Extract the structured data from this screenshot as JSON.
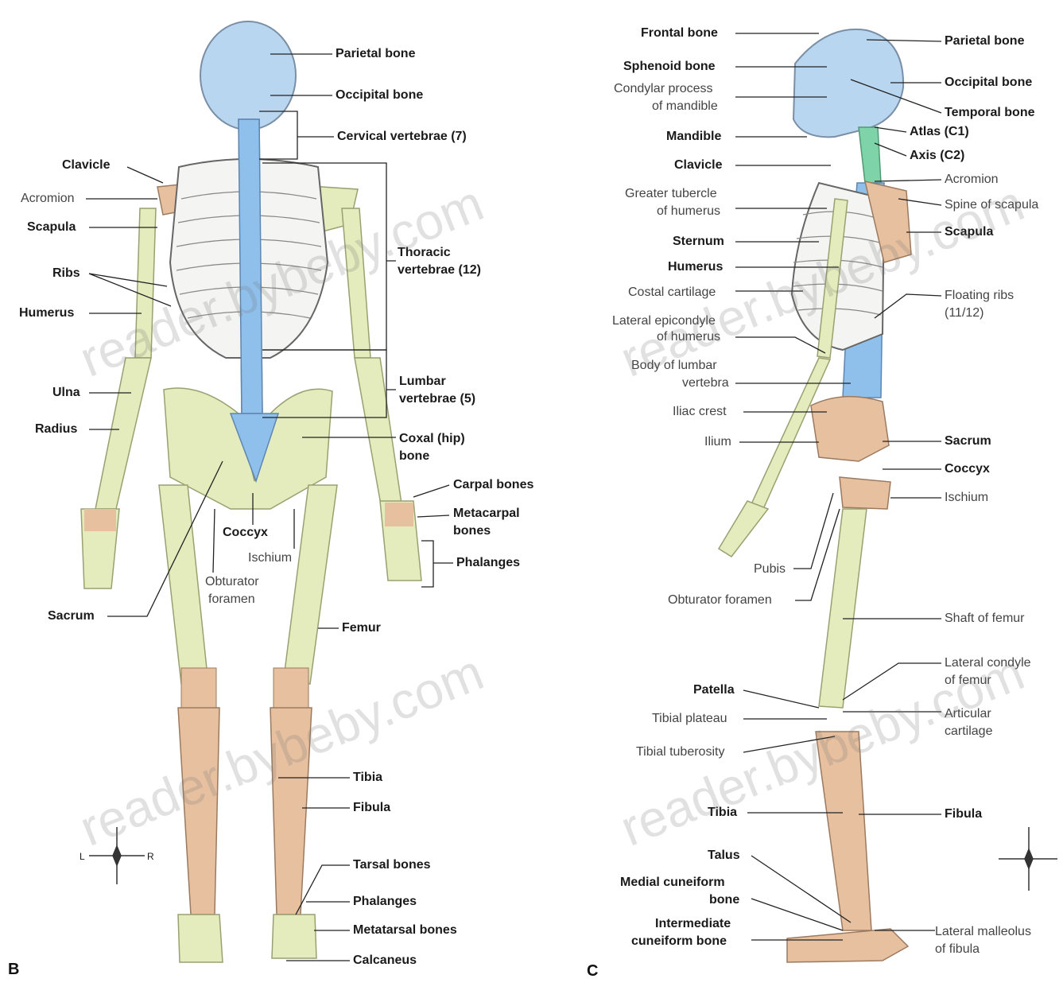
{
  "colors": {
    "skull": "#b9d6f0",
    "spine": "#8fc0ec",
    "bone_limb": "#e4ebbd",
    "bone_tan": "#e7c0a0",
    "bone_white": "#f4f4f2",
    "line": "#222222",
    "watermark": "#9a9a9a"
  },
  "panels": {
    "posterior": {
      "letter": "B"
    },
    "lateral": {
      "letter": "C"
    }
  },
  "labels": {
    "b_parietal": "Parietal bone",
    "b_occipital": "Occipital bone",
    "b_cervical": "Cervical vertebrae (7)",
    "b_clavicle": "Clavicle",
    "b_acromion": "Acromion",
    "b_scapula": "Scapula",
    "b_ribs": "Ribs",
    "b_humerus": "Humerus",
    "b_ulna": "Ulna",
    "b_radius": "Radius",
    "b_thoracic_1": "Thoracic",
    "b_thoracic_2": "vertebrae (12)",
    "b_lumbar_1": "Lumbar",
    "b_lumbar_2": "vertebrae (5)",
    "b_coxal_1": "Coxal (hip)",
    "b_coxal_2": "bone",
    "b_carpal": "Carpal bones",
    "b_metacarpal_1": "Metacarpal",
    "b_metacarpal_2": "bones",
    "b_phalanges_hand": "Phalanges",
    "b_coccyx": "Coccyx",
    "b_ischium": "Ischium",
    "b_obturator_1": "Obturator",
    "b_obturator_2": "foramen",
    "b_sacrum": "Sacrum",
    "b_femur": "Femur",
    "b_tibia": "Tibia",
    "b_fibula": "Fibula",
    "b_tarsal": "Tarsal bones",
    "b_phalanges_foot": "Phalanges",
    "b_metatarsal": "Metatarsal bones",
    "b_calcaneus": "Calcaneus",
    "c_frontal": "Frontal bone",
    "c_sphenoid": "Sphenoid bone",
    "c_condylar_1": "Condylar process",
    "c_condylar_2": "of mandible",
    "c_mandible": "Mandible",
    "c_clavicle": "Clavicle",
    "c_greater_1": "Greater tubercle",
    "c_greater_2": "of humerus",
    "c_sternum": "Sternum",
    "c_humerus": "Humerus",
    "c_costal": "Costal cartilage",
    "c_lateral_epi_1": "Lateral epicondyle",
    "c_lateral_epi_2": "of humerus",
    "c_body_lumbar_1": "Body of lumbar",
    "c_body_lumbar_2": "vertebra",
    "c_iliac": "Iliac crest",
    "c_ilium": "Ilium",
    "c_pubis": "Pubis",
    "c_obturator": "Obturator foramen",
    "c_parietal": "Parietal bone",
    "c_occipital": "Occipital bone",
    "c_temporal": "Temporal bone",
    "c_atlas": "Atlas (C1)",
    "c_axis": "Axis (C2)",
    "c_acromion": "Acromion",
    "c_spine_scapula": "Spine of scapula",
    "c_scapula": "Scapula",
    "c_floating_1": "Floating ribs",
    "c_floating_2": "(11/12)",
    "c_sacrum": "Sacrum",
    "c_coccyx": "Coccyx",
    "c_ischium": "Ischium",
    "c_shaft_femur": "Shaft of femur",
    "c_lat_condyle_1": "Lateral condyle",
    "c_lat_condyle_2": "of femur",
    "c_patella": "Patella",
    "c_tibial_plateau": "Tibial plateau",
    "c_tibial_tub": "Tibial tuberosity",
    "c_articular_1": "Articular",
    "c_articular_2": "cartilage",
    "c_tibia": "Tibia",
    "c_fibula": "Fibula",
    "c_talus": "Talus",
    "c_medial_cun_1": "Medial cuneiform",
    "c_medial_cun_2": "bone",
    "c_inter_cun_1": "Intermediate",
    "c_inter_cun_2": "cuneiform bone",
    "c_lat_malleolus_1": "Lateral malleolus",
    "c_lat_malleolus_2": "of fibula"
  },
  "compass": {
    "left_b": "L",
    "right_b": "R"
  },
  "watermarks": [
    "reader.bybeby.com",
    "reader.bybeby.com",
    "reader.bybeby.com",
    "reader.bybeby.com"
  ]
}
